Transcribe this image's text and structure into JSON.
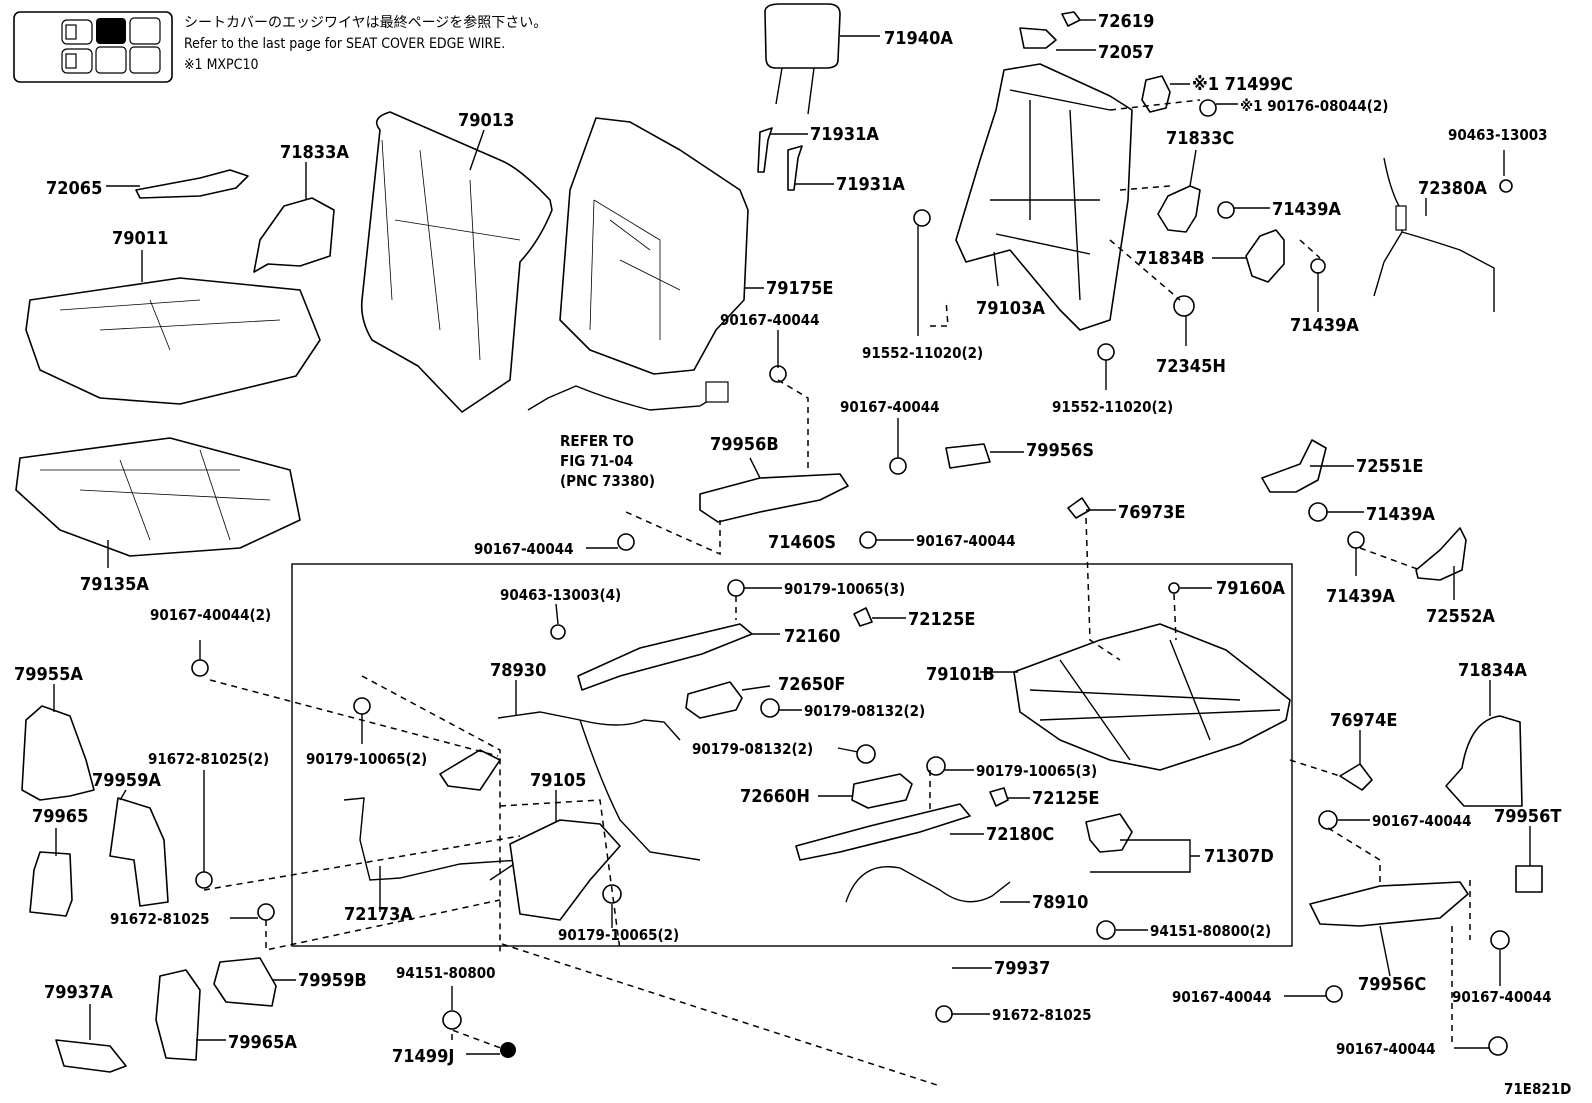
{
  "notes": {
    "line1": "シートカバーのエッジワイヤは最終ページを参照下さい。",
    "line2": "Refer to the last page for SEAT COVER EDGE WIRE.",
    "line3": "※1 MXPC10"
  },
  "refer": {
    "line1": "REFER TO",
    "line2": "FIG 71-04",
    "line3": "(PNC 73380)"
  },
  "figure_code": "71E821D",
  "labels": {
    "p71940A": "71940A",
    "p72619": "72619",
    "p72057": "72057",
    "p71499C": "※1 71499C",
    "p90176": "※1 90176-08044(2)",
    "p90463_13003": "90463-13003",
    "p72065": "72065",
    "p71833A": "71833A",
    "p79013": "79013",
    "p71931A_1": "71931A",
    "p71931A_2": "71931A",
    "p71833C": "71833C",
    "p71439A_1": "71439A",
    "p72380A": "72380A",
    "p79011": "79011",
    "p71834B": "71834B",
    "p79175E": "79175E",
    "p79103A": "79103A",
    "p90167_40044_a": "90167-40044",
    "p91552_a": "91552-11020(2)",
    "p72345H": "72345H",
    "p71439A_2": "71439A",
    "p90167_40044_b": "90167-40044",
    "p91552_b": "91552-11020(2)",
    "p79956B": "79956B",
    "p79956S": "79956S",
    "p72551E": "72551E",
    "p79135A": "79135A",
    "p71439A_3": "71439A",
    "p76973E": "76973E",
    "p90167_40044_c": "90167-40044",
    "p71460S": "71460S",
    "p90167_40044_d": "90167-40044",
    "p71439A_4": "71439A",
    "p72552A": "72552A",
    "p90167_40044_2": "90167-40044(2)",
    "p90463_13003_4": "90463-13003(4)",
    "p90179_10065_3a": "90179-10065(3)",
    "p79160A": "79160A",
    "p72125E_a": "72125E",
    "p72160": "72160",
    "p79955A": "79955A",
    "p78930": "78930",
    "p79101B": "79101B",
    "p72650F": "72650F",
    "p71834A": "71834A",
    "p90179_08132_2a": "90179-08132(2)",
    "p91672_81025_2": "91672-81025(2)",
    "p90179_10065_2a": "90179-10065(2)",
    "p90179_08132_2b": "90179-08132(2)",
    "p76974E": "76974E",
    "p79959A": "79959A",
    "p79105": "79105",
    "p90179_10065_3b": "90179-10065(3)",
    "p72660H": "72660H",
    "p72125E_b": "72125E",
    "p79965": "79965",
    "p90167_40044_e": "90167-40044",
    "p79956T": "79956T",
    "p72180C": "72180C",
    "p71307D": "71307D",
    "p78910": "78910",
    "p72173A": "72173A",
    "p91672_81025_a": "91672-81025",
    "p90179_10065_2b": "90179-10065(2)",
    "p94151_80800_2": "94151-80800(2)",
    "p79937": "79937",
    "p94151_80800": "94151-80800",
    "p79959B": "79959B",
    "p79937A": "79937A",
    "p79956C": "79956C",
    "p91672_81025_b": "91672-81025",
    "p90167_40044_f": "90167-40044",
    "p90167_40044_g": "90167-40044",
    "p79965A": "79965A",
    "p71499J": "71499J",
    "p90167_40044_h": "90167-40044"
  },
  "legend_icon": "seat-layout-icon"
}
